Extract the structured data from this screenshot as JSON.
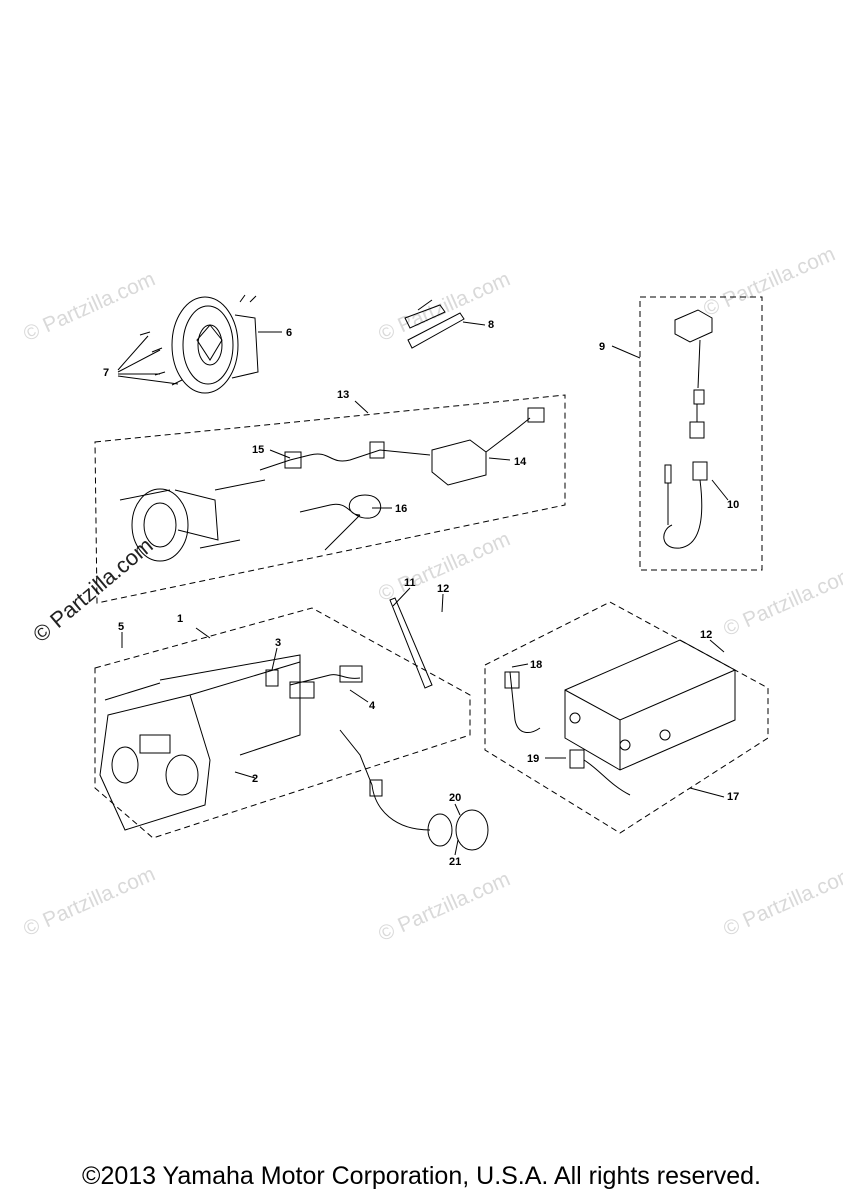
{
  "watermark": {
    "text": "© Partzilla.com",
    "prominent_text": "© Partzilla.com"
  },
  "callouts": [
    "1",
    "2",
    "3",
    "4",
    "5",
    "6",
    "7",
    "8",
    "9",
    "10",
    "11",
    "12",
    "12",
    "13",
    "14",
    "15",
    "16",
    "17",
    "18",
    "19",
    "20",
    "21"
  ],
  "footer": {
    "copyright": "©2013 Yamaha Motor Corporation, U.S.A. All rights reserved."
  }
}
